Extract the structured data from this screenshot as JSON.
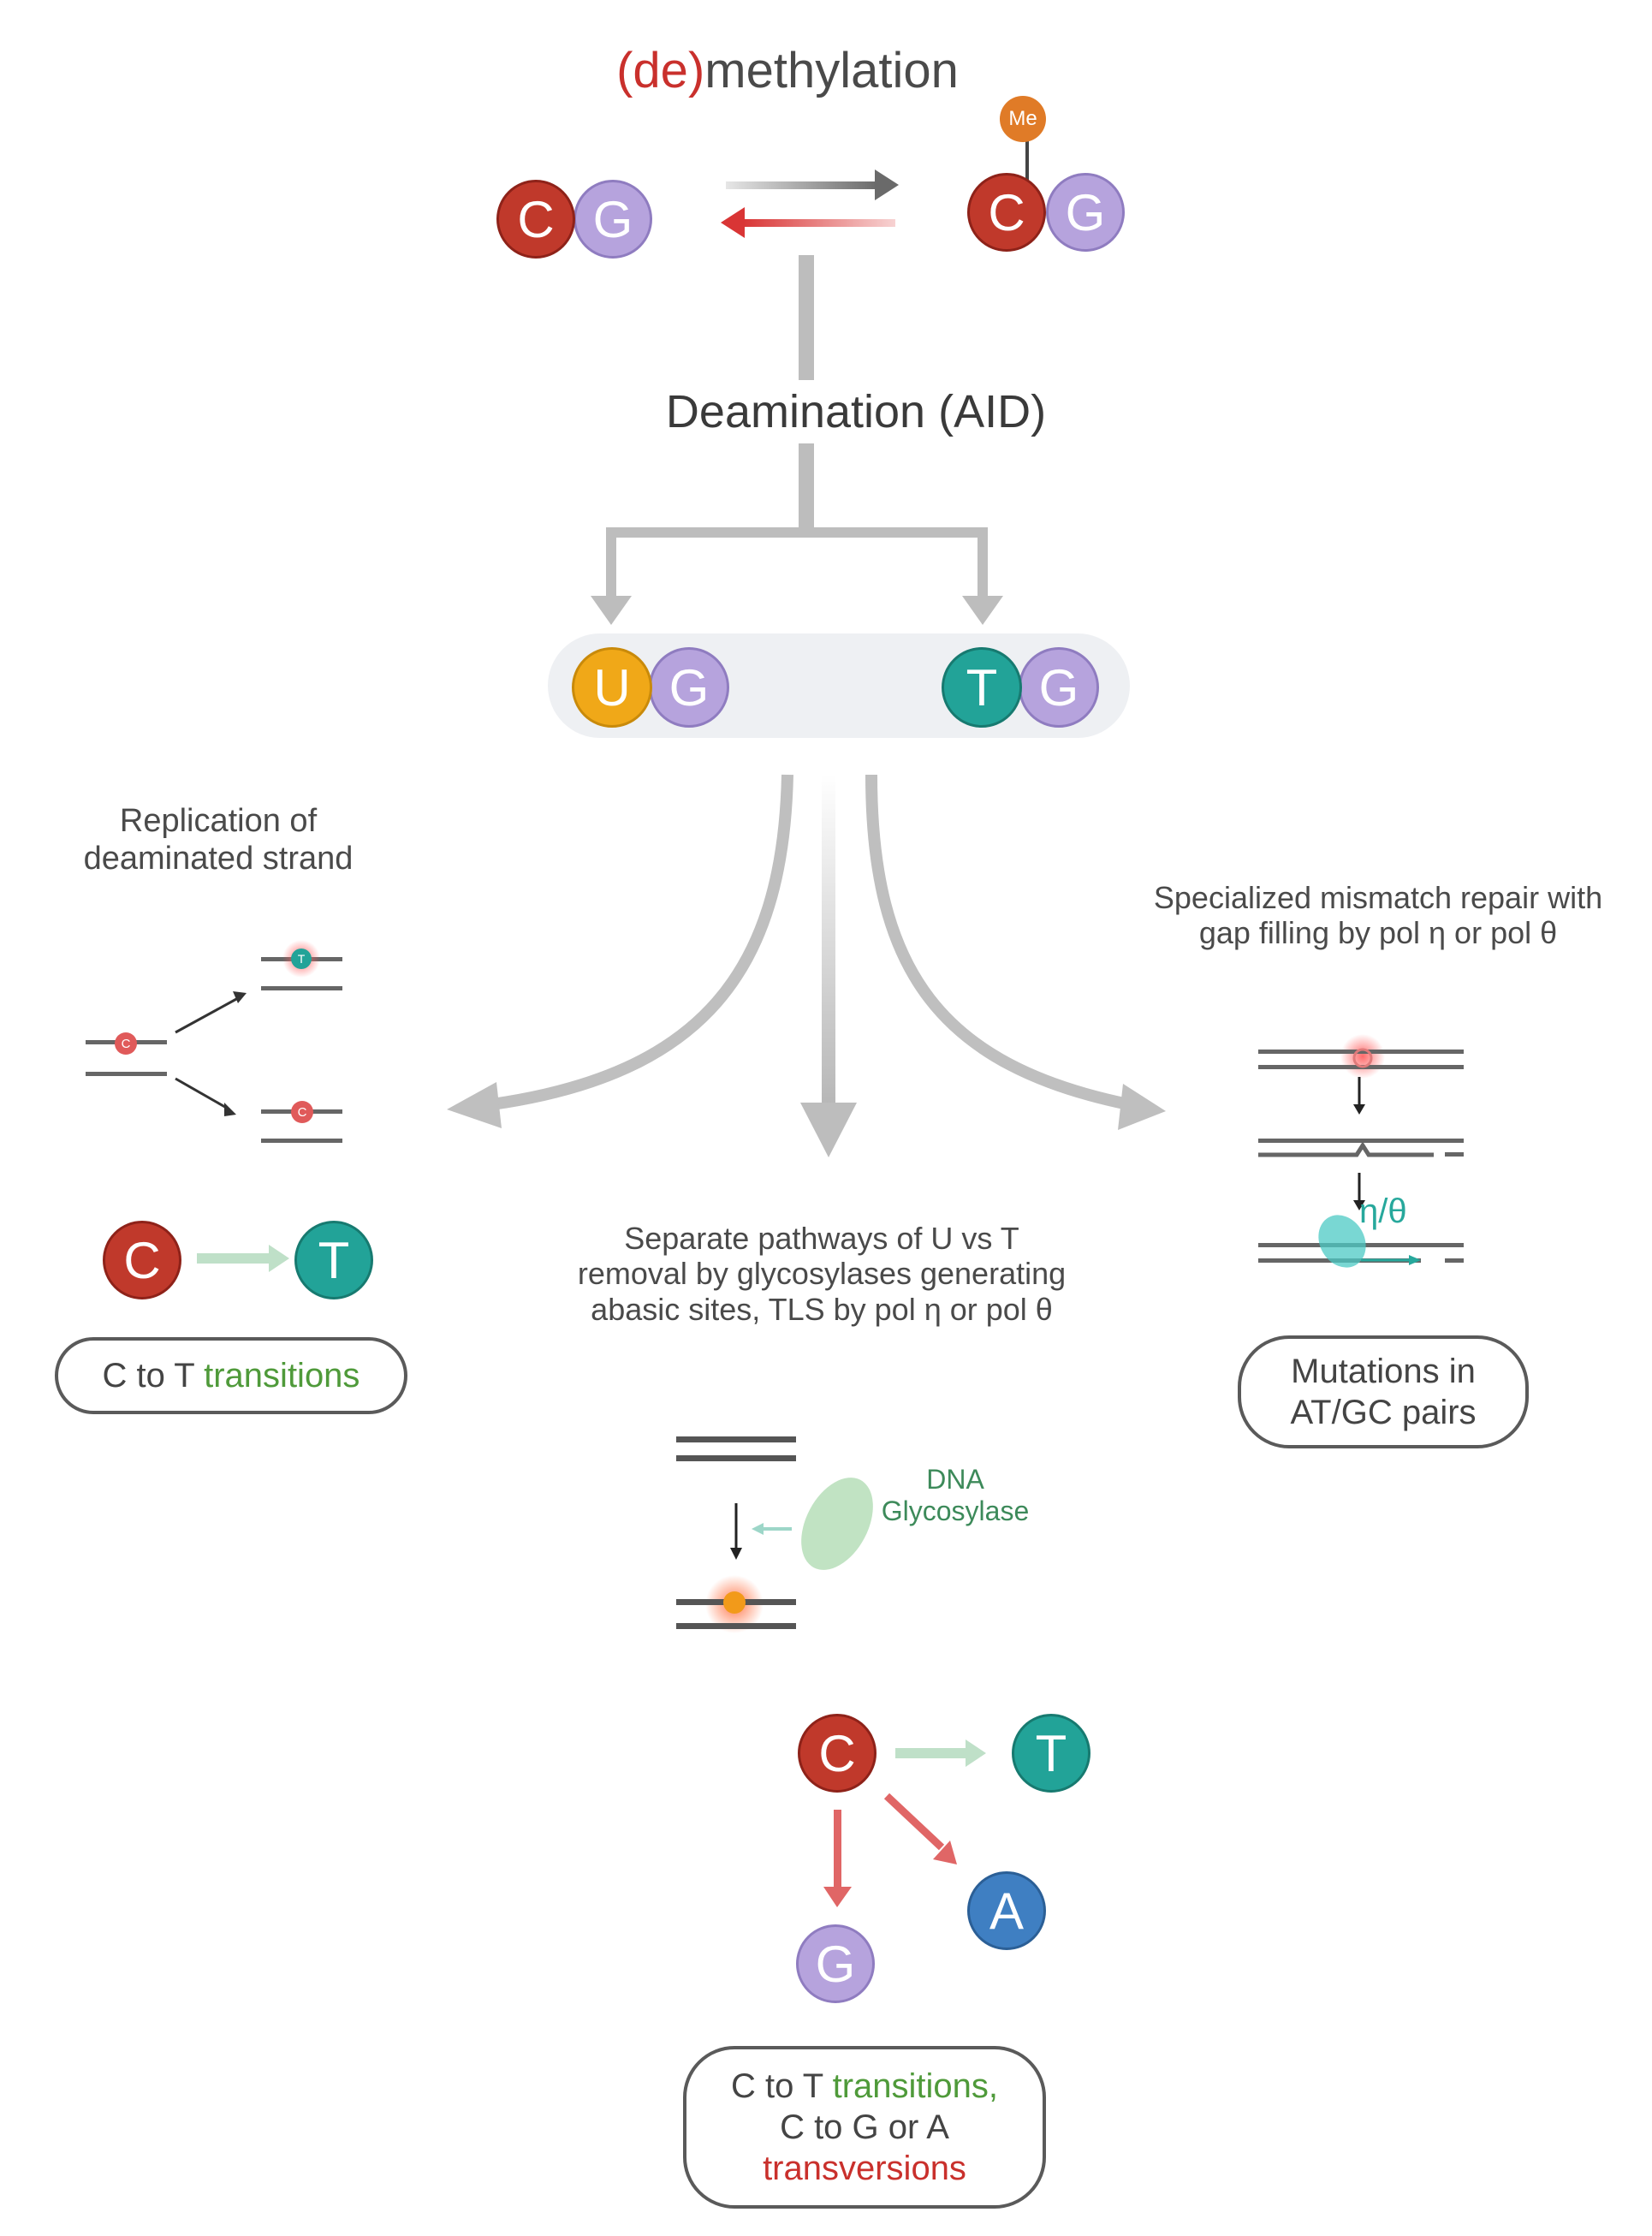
{
  "title": {
    "prefix": "(de)",
    "suffix": "methylation"
  },
  "methylation": {
    "left_pair": [
      "C",
      "G"
    ],
    "right_pair": [
      "C",
      "G"
    ],
    "me_label": "Me"
  },
  "deamination_label": "Deamination (AID)",
  "deaminated_pairs": {
    "first": [
      "U",
      "G"
    ],
    "second": [
      "T",
      "G"
    ]
  },
  "left_branch": {
    "caption_lines": [
      "Replication of",
      "deaminated strand"
    ],
    "strand_marks": [
      "C",
      "T",
      "C"
    ],
    "from": "C",
    "to": "T",
    "outcome": {
      "prefix": "C to T ",
      "highlight": "transitions"
    }
  },
  "middle_branch": {
    "caption_lines": [
      "Separate pathways of U vs T",
      "removal by glycosylases generating",
      "abasic sites, TLS by pol η or pol θ"
    ],
    "enzyme_lines": [
      "DNA",
      "Glycosylase"
    ],
    "source": "C",
    "targets": [
      "T",
      "A",
      "G"
    ],
    "outcome": {
      "line1_prefix": "C to T ",
      "line1_highlight": "transitions,",
      "line2": "C to G or A",
      "line3": "transversions"
    }
  },
  "right_branch": {
    "caption_lines": [
      "Specialized mismatch repair with",
      "gap filling by pol η or pol θ"
    ],
    "polymerase_label": "η/θ",
    "outcome_lines": [
      "Mutations in",
      "AT/GC pairs"
    ]
  },
  "colors": {
    "C": "#c0392b",
    "G": "#b6a3dd",
    "U": "#f0a818",
    "T": "#22a398",
    "A": "#3f7fc2",
    "arrow_gray": "#bcbcbc",
    "arrow_red": "#e06666",
    "arrow_green": "#bfe0c8",
    "panel": "#e8f0fb"
  }
}
